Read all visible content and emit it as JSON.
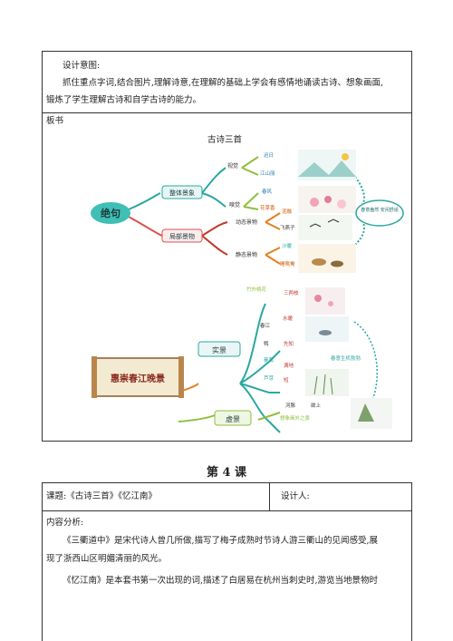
{
  "design_intent": {
    "label": "设计意图:",
    "line1": "抓住重点字词,结合图片,理解诗意,在理解的基础上学会有感情地诵读古诗、想象画面,",
    "line2": "锻炼了学生理解古诗和自学古诗的能力。"
  },
  "blackboard": {
    "label": "板书",
    "title": "古诗三首",
    "map1": {
      "center": "绝句",
      "branch_whole": "整体景象",
      "branch_local": "局部景物",
      "sight": "视觉",
      "smell": "嗅觉",
      "leaf_chiri": "迟日",
      "leaf_jiangshan": "江山丽",
      "leaf_chunfeng": "春风",
      "leaf_huacao": "花草香",
      "dynamic": "动态景物",
      "static": "静态景物",
      "leaf_ni": "泥融",
      "leaf_yanzi": "飞燕子",
      "leaf_shanuan": "沙暖",
      "leaf_yuanyang": "睡鸳鸯",
      "result": "春意盎然 安闲舒适"
    },
    "map2": {
      "center": "惠崇春江晚景",
      "real": "实景",
      "virtual": "虚景",
      "leaf_zhuwai": "竹外桃花",
      "leaf_sanliang": "三两枝",
      "leaf_chunjiang": "春江",
      "leaf_shuinuan": "水暖",
      "leaf_ya": "鸭",
      "leaf_xianzhi": "先知",
      "leaf_louhao": "蒌蒿",
      "leaf_mandi": "满地",
      "leaf_luya": "芦芽",
      "leaf_duan": "短",
      "leaf_hetun": "河豚",
      "leaf_yushang": "欲上",
      "leaf_xiangxiang": "想象画外之景",
      "result": "春意生机勃勃"
    }
  },
  "lesson": {
    "heading": "第 4 课",
    "topic": "课题:《古诗三首》《忆江南》",
    "designer": "设计人:",
    "analysis_label": "内容分析:",
    "para1_line1": "《三衢道中》是宋代诗人曾几所做,描写了梅子成熟时节诗人游三衢山的见闻感受,展",
    "para1_line2": "现了浙西山区明媚清丽的风光。",
    "para2_line1": "《忆江南》是本套书第一次出现的词,描述了白居易在杭州当刺史时,游览当地景物时"
  }
}
